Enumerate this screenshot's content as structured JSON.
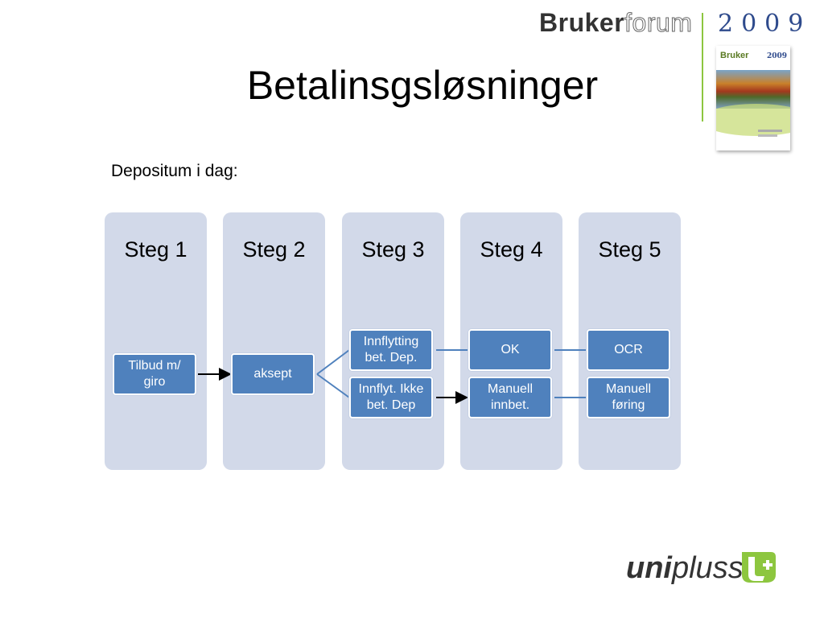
{
  "slide": {
    "title": "Betalinsgsløsninger",
    "subtitle": "Depositum i dag:"
  },
  "branding": {
    "brand_part1": "Bruker",
    "brand_part2": "forum",
    "year": "2009",
    "brochure_brand": "Bruker",
    "brochure_year": "2009",
    "uni_part1": "uni",
    "uni_part2": "pluss",
    "accent_green": "#8dc63f",
    "year_blue": "#2e4a8c"
  },
  "diagram": {
    "column_color": "#d2d9e9",
    "node_color": "#4f81bd",
    "columns": [
      "Steg 1",
      "Steg 2",
      "Steg 3",
      "Steg 4",
      "Steg 5"
    ],
    "nodes": {
      "tilbud": "Tilbud m/ giro",
      "aksept": "aksept",
      "innflytting": "Innflytting bet. Dep.",
      "innflyt_ikke": "Innflyt. Ikke bet. Dep",
      "ok": "OK",
      "manuell_innbet": "Manuell innbet.",
      "ocr": "OCR",
      "manuell_foring": "Manuell føring"
    }
  }
}
